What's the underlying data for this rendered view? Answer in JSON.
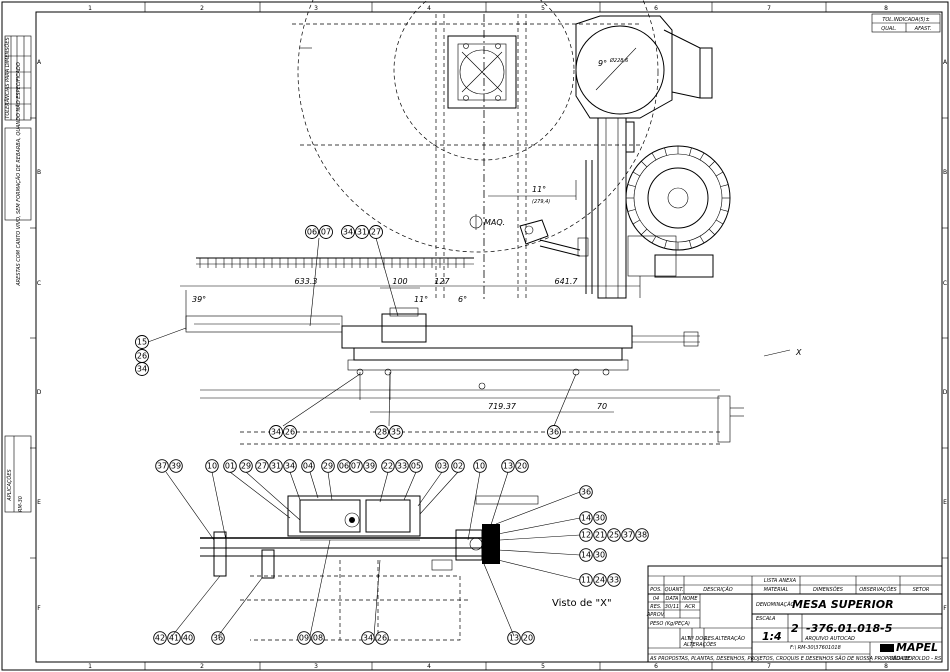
{
  "zones": {
    "columns": [
      "1",
      "2",
      "3",
      "4",
      "5",
      "6",
      "7",
      "8"
    ],
    "rows": [
      "A",
      "B",
      "C",
      "D",
      "E",
      "F"
    ]
  },
  "left_margin": {
    "table_header": "TOLERÂNCIAS PARA DIMENSÕES",
    "note": "ARESTAS COM CANTO VIVO, SEM FORMAÇÃO DE REBARBA, QUANDO NÃO ESPECIFICADO",
    "aplicacoes_label": "APLICAÇÕES",
    "aplicacoes_value": "RM-30"
  },
  "tolerance_box": {
    "title": "TOL.INDICADA(5)±",
    "col1": "QUAL.",
    "col2": "AFAST."
  },
  "top_view": {
    "dims": {
      "d633": "633.3",
      "d100": "100",
      "d127": "127",
      "d641": "641.7",
      "d719": "719.37",
      "d70": "70",
      "a39": "39°",
      "a11": "11°",
      "a6": "6°",
      "r11": "11°",
      "r11_sub": "(279,4)",
      "r9": "9°",
      "r9_sub": "Ø228,6"
    },
    "cl_label": "MAQ.",
    "view_arrow": "X",
    "balloons": [
      "06",
      "07",
      "34",
      "31",
      "27",
      "15",
      "26",
      "34",
      "34",
      "26",
      "28",
      "35",
      "36"
    ]
  },
  "section_view": {
    "balloons_top": [
      "37",
      "39",
      "10",
      "01",
      "29",
      "27",
      "31",
      "34",
      "04",
      "29",
      "06",
      "07",
      "39",
      "22",
      "33",
      "05",
      "03",
      "02",
      "10",
      "13",
      "20"
    ],
    "balloons_right": [
      "36",
      "14",
      "30",
      "12",
      "21",
      "25",
      "37",
      "38",
      "14",
      "30",
      "11",
      "24",
      "33"
    ],
    "balloons_bottom": [
      "42",
      "41",
      "40",
      "36",
      "09",
      "08",
      "34",
      "26",
      "13",
      "20"
    ],
    "caption": "Visto de \"X\""
  },
  "title_block": {
    "lista_anexa": "LISTA ANEXA",
    "headers": [
      "POS.",
      "QUANT.",
      "DESCRIÇÃO",
      "MATERIAL",
      "DIMENSÕES",
      "OBSERVAÇÕES",
      "SETOR"
    ],
    "rev_rows": [
      [
        "04",
        "DATA",
        "NOME"
      ],
      [
        "RES.",
        "30/11",
        "ACR"
      ],
      [
        "APROV.",
        "",
        ""
      ]
    ],
    "peso": "PESO (Kg/PEÇA)",
    "alteracoes": "ALTERAÇÕES",
    "alt_cols": [
      "ALT.",
      "Nº DOC.",
      "RES.",
      "ALTERAÇÃO"
    ],
    "denominacao_label": "DENOMINAÇÃO",
    "denominacao": "MESA SUPERIOR",
    "escala_label": "ESCALA",
    "escala": "1:4",
    "formato": "2",
    "drawing_no": "-376.01.018-5",
    "arquivo_label": "ARQUIVO AUTOCAD",
    "arquivo": "F:\\ RM-30\\37601018",
    "company": "MAPEL",
    "city": "SÃO LEOPOLDO - RS",
    "legal": "AS PROPOSTAS, PLANTAS, DESENHOS, PROJETOS, CROQUIS E DESENHOS SÃO DE NOSSA PROPRIEDADE..."
  }
}
